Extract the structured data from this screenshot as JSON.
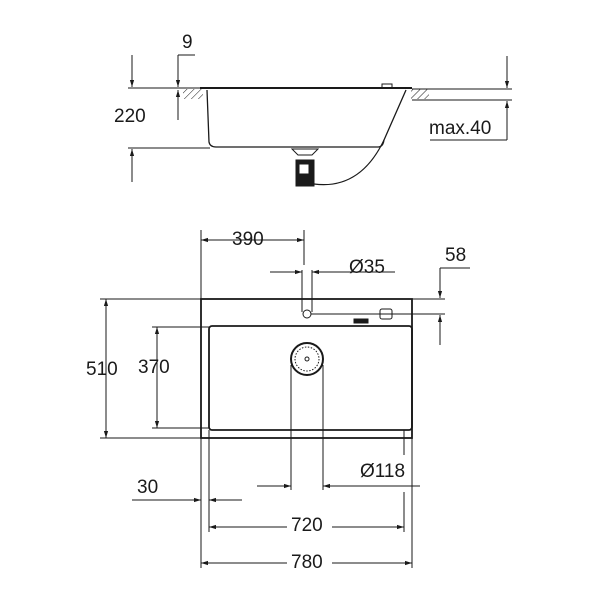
{
  "drawing": {
    "title": "Sink technical drawing",
    "side_view": {
      "dim_rim": "9",
      "dim_depth": "220",
      "dim_worktop": "max.40"
    },
    "top_view": {
      "dim_tap_offset": "390",
      "dim_tap_hole": "Ø35",
      "dim_tap_from_edge": "58",
      "dim_total_depth": "510",
      "dim_bowl_depth": "370",
      "dim_edge": "30",
      "dim_drain": "Ø118",
      "dim_bowl_width": "720",
      "dim_total_width": "780"
    }
  },
  "colors": {
    "line": "#1a1a1a",
    "background": "#ffffff"
  }
}
